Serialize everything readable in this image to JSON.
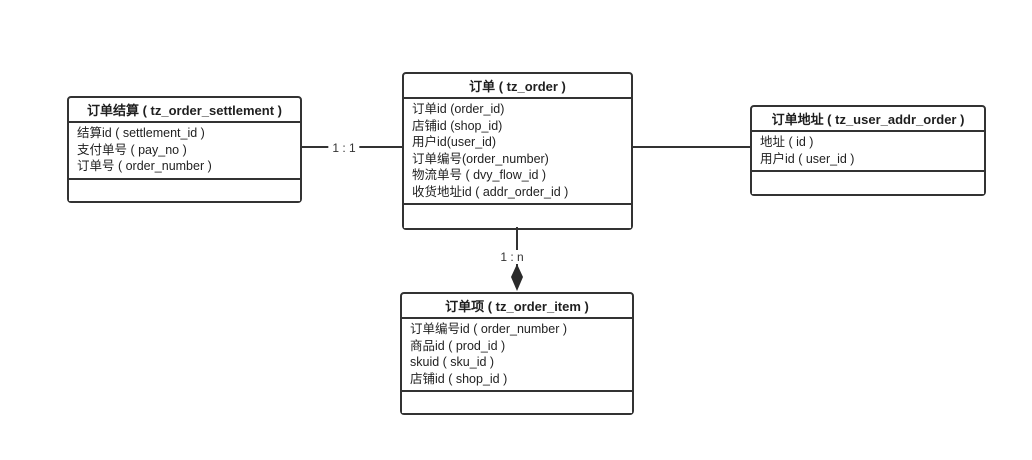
{
  "diagram": {
    "background_color": "#ffffff",
    "line_color": "#333333",
    "text_color": "#1f1f1f"
  },
  "entities": {
    "settlement": {
      "title": "订单结算 ( tz_order_settlement )",
      "fields": [
        "结算id ( settlement_id )",
        "支付单号 ( pay_no )",
        "订单号 ( order_number )"
      ]
    },
    "order": {
      "title": "订单 ( tz_order )",
      "fields": [
        "订单id (order_id)",
        "店铺id (shop_id)",
        "用户id(user_id)",
        "订单编号(order_number)",
        "物流单号 ( dvy_flow_id )",
        "收货地址id ( addr_order_id )"
      ]
    },
    "addr": {
      "title": "订单地址 ( tz_user_addr_order )",
      "fields": [
        "地址 ( id )",
        "用户id ( user_id )"
      ]
    },
    "item": {
      "title": "订单项 ( tz_order_item )",
      "fields": [
        "订单编号id ( order_number )",
        "商品id ( prod_id )",
        "skuid ( sku_id )",
        "店铺id ( shop_id )"
      ]
    }
  },
  "relations": {
    "settlement_order": {
      "label": "1 : 1"
    },
    "order_item": {
      "label": "1 : n"
    }
  }
}
